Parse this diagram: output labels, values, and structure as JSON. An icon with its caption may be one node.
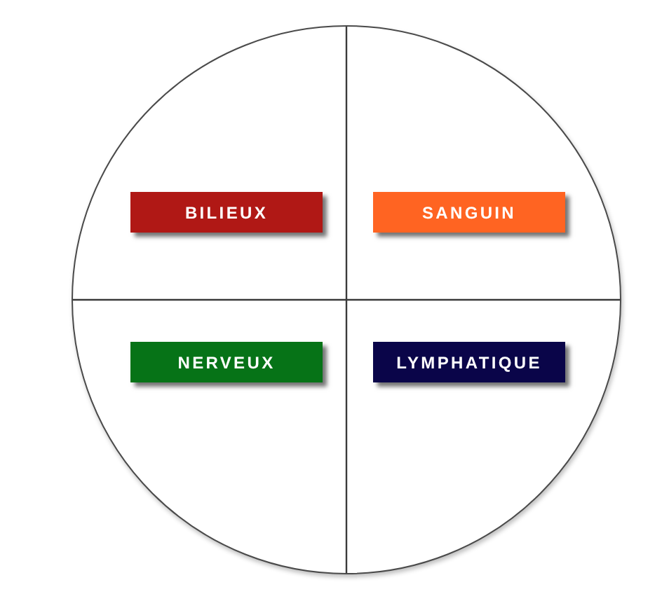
{
  "diagram": {
    "nodes": [
      {
        "text": [],
        "shape": "circle"
      },
      {
        "text": [
          "BILIEUX"
        ],
        "in": 0
      },
      {
        "text": [
          "SANGUIN"
        ],
        "in": 0
      },
      {
        "text": [
          "NERVEUX"
        ],
        "in": 0
      },
      {
        "text": [
          "LYMPHATIQUE"
        ],
        "in": 0
      }
    ]
  }
}
